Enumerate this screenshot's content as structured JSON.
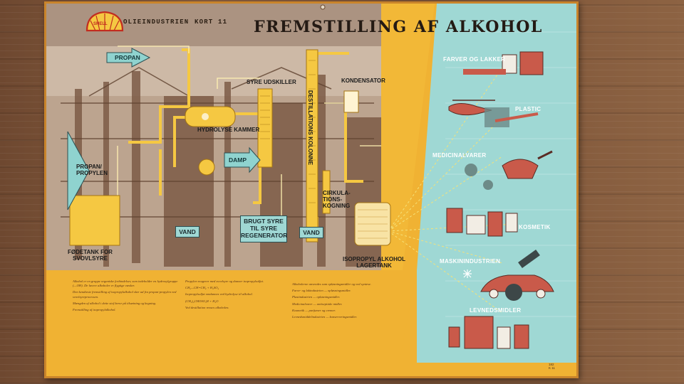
{
  "header": {
    "brand": "SHELL",
    "series": "OLIEINDUSTRIEN",
    "card": "KORT 11",
    "title": "FREMSTILLING AF ALKOHOL"
  },
  "process_labels": {
    "propan": "PROPAN",
    "propan_propylen": [
      "PROPAN/",
      "PROPYLEN"
    ],
    "syre_udskiller": "SYRE UDSKILLER",
    "hydrolyse": "HYDROLYSE KAMMER",
    "damp": "DAMP",
    "vand_1": "VAND",
    "vand_2": "VAND",
    "brugt_syre": [
      "BRUGT SYRE",
      "TIL SYRE",
      "REGENERATOR"
    ],
    "destillation": "DESTILLATIONS KOLONNE",
    "kondensator": "KONDENSATOR",
    "cirkulation": [
      "CIRKULA-",
      "TIONS-",
      "KOGNING"
    ],
    "fodetank": [
      "FØDETANK FOR",
      "SVOVLSYRE"
    ],
    "isopropyl": [
      "ISOPROPYL ALKOHOL",
      "LAGERTANK"
    ]
  },
  "products": [
    "FARVER OG LAKKER",
    "PLASTIC",
    "MEDICINALVARER",
    "KOSMETIK",
    "MASKININDUSTRIEN",
    "LEVNEDSMIDLER"
  ],
  "text_columns": [
    [
      "Alkohol er en gruppe organiske forbindelser, som indeholder en hydroxylgruppe (—OH). De lavere alkoholer er flygtige væsker.",
      "Den kendteste fremstilling af isopropylalkohol sker ud fra propan-propylen ved svovlsyreprocessen.",
      "Mængden af alkohol i dette stof beror på tilsætning og kogning.",
      "Fremstilling af isopropylalkohol."
    ],
    [
      "Propylen reagerer med svovlsyre og danner isopropylsulfat.",
      "CH₂—CH=CH₂ + H₂SO₄",
      "Isopropylsulfat omdannes ved hydrolyse til alkohol.",
      "(CH₃)₂CHOSO₃H + H₂O",
      "Ved destillation renses alkoholen."
    ],
    [
      "Alkoholerne anvendes som opløsningsmidler og ved syntese.",
      "Farve- og lakindustrien — opløsningsmidler.",
      "Plastindustrien — opløsningsmidler.",
      "Medicinalvarer — antiseptiske midler.",
      "Kosmetik — parfumer og cremer.",
      "Levnedsmiddelindustrien — konserveringsmidler."
    ]
  ],
  "footer": [
    "182",
    "K 11"
  ]
}
